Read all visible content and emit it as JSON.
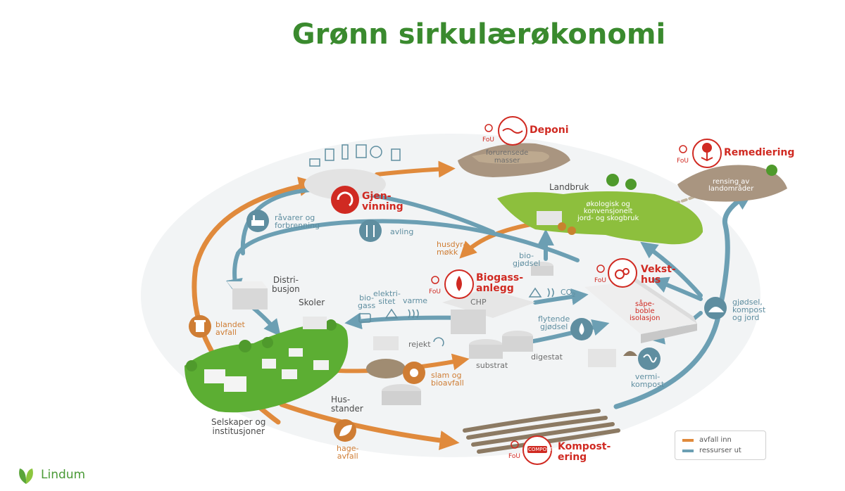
{
  "title": "Grønn sirkulærøkonomi",
  "colors": {
    "waste_in": "#e08a3c",
    "resources_out": "#6c9fb3",
    "accent_red": "#d02a22",
    "green": "#7ab639",
    "title": "#3a8a2e"
  },
  "nodes": {
    "deponi": {
      "label": "Deponi",
      "sub": "forurensede\nmasser"
    },
    "remediering": {
      "label": "Remediering",
      "sub": "rensing av\nlandområder"
    },
    "gjenvinning": {
      "label": "Gjen-\nvinning"
    },
    "landbruk": {
      "label": "Landbruk",
      "sub": "økologisk og\nkonvensjonelt\njord- og skogbruk"
    },
    "biogass": {
      "label": "Biogass-\nanlegg"
    },
    "veksthus": {
      "label": "Vekst-\nhus",
      "sub": "såpe-\nboble\nisolasjon"
    },
    "kompostering": {
      "label": "Kompost-\nering"
    },
    "skoler": {
      "label": "Skoler"
    },
    "distribusjon": {
      "label": "Distri-\nbusjon"
    },
    "husstander": {
      "label": "Hus-\nstander"
    },
    "selskaper": {
      "label": "Selskaper og\ninstitusjoner"
    }
  },
  "labels": {
    "ravarer": "råvarer og\nforbrenning",
    "avling": "avling",
    "husdyrmokk": "husdyr-\nmøkk",
    "biogjodsel": "bio-\ngjødsel",
    "biogas": "bio-\ngass",
    "elektrisitet": "elektri-\nsitet",
    "varme": "varme",
    "chp": "CHP",
    "co2": "CO",
    "co2_sub": "2",
    "rejekt": "rejekt",
    "flytende_gjodsel": "flytende\ngjødsel",
    "substrat": "substrat",
    "digestat": "digestat",
    "slam": "slam og\nbioavfall",
    "blandet_avfall": "blandet\navfall",
    "hageavfall": "hage-\navfall",
    "vermikompost": "vermi-\nkompost",
    "gjodsel_kompost": "gjødsel,\nkompost\nog jord",
    "fou": "FoU",
    "compost_badge": "COMPOST"
  },
  "legend": {
    "waste_in": "avfall inn",
    "resources_out": "ressurser ut"
  },
  "logo": {
    "text": "Lindum"
  }
}
